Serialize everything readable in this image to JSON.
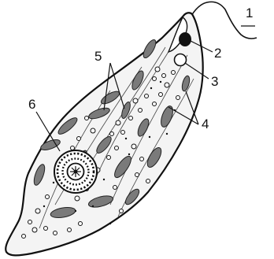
{
  "diagram": {
    "labels": {
      "flagellum": "1",
      "eyespot": "2",
      "contractile_vacuole": "3",
      "chloroplasts": "4",
      "cytoplasm_granules": "5",
      "nucleus": "6"
    },
    "colors": {
      "ink": "#111111",
      "body_fill": "#f4f4f4",
      "background": "#ffffff"
    }
  }
}
